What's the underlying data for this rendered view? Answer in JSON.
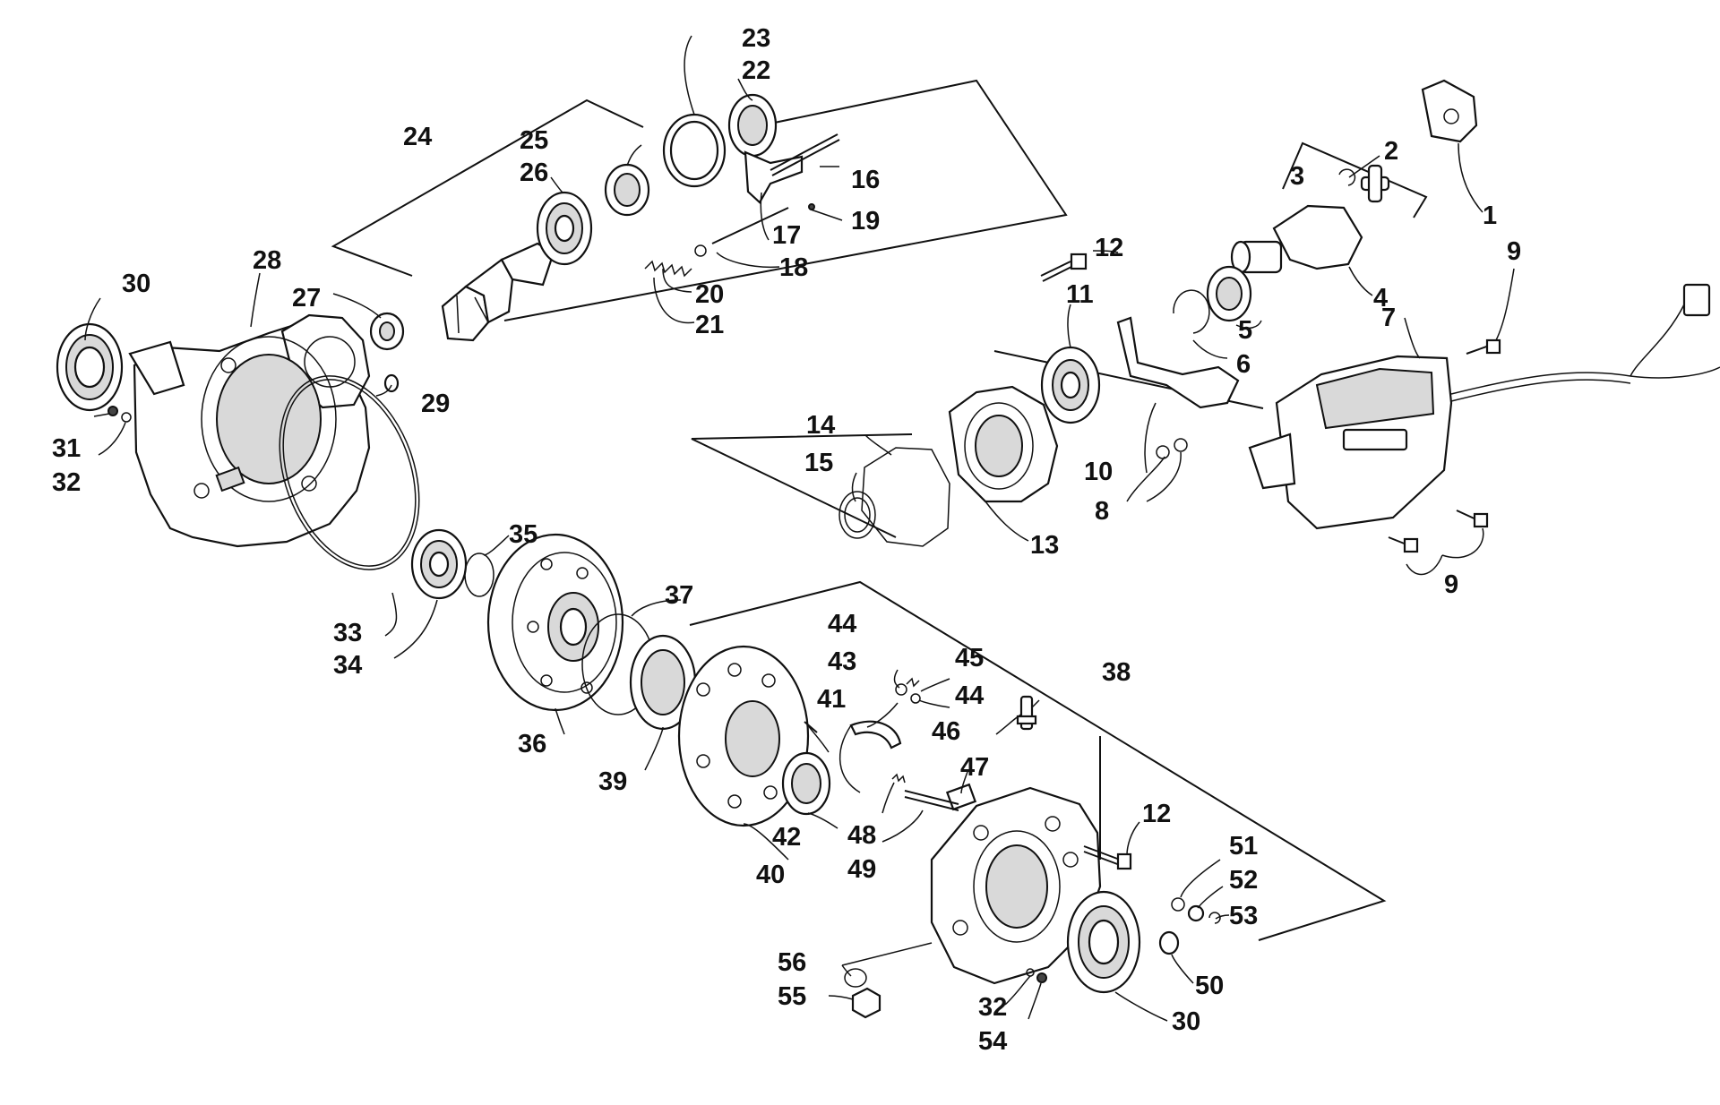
{
  "callouts": [
    "1",
    "2",
    "3",
    "4",
    "5",
    "6",
    "7",
    "8",
    "9",
    "10",
    "11",
    "12",
    "13",
    "14",
    "15",
    "16",
    "17",
    "18",
    "19",
    "20",
    "21",
    "22",
    "23",
    "24",
    "25",
    "26",
    "27",
    "28",
    "29",
    "30",
    "31",
    "32",
    "33",
    "34",
    "35",
    "36",
    "37",
    "38",
    "39",
    "40",
    "41",
    "42",
    "43",
    "44",
    "45",
    "46",
    "47",
    "48",
    "49",
    "50",
    "51",
    "52",
    "53",
    "54",
    "55",
    "56"
  ],
  "colors": {
    "ink": "#111111",
    "background": "#ffffff",
    "shade": "#d9d9d9"
  }
}
